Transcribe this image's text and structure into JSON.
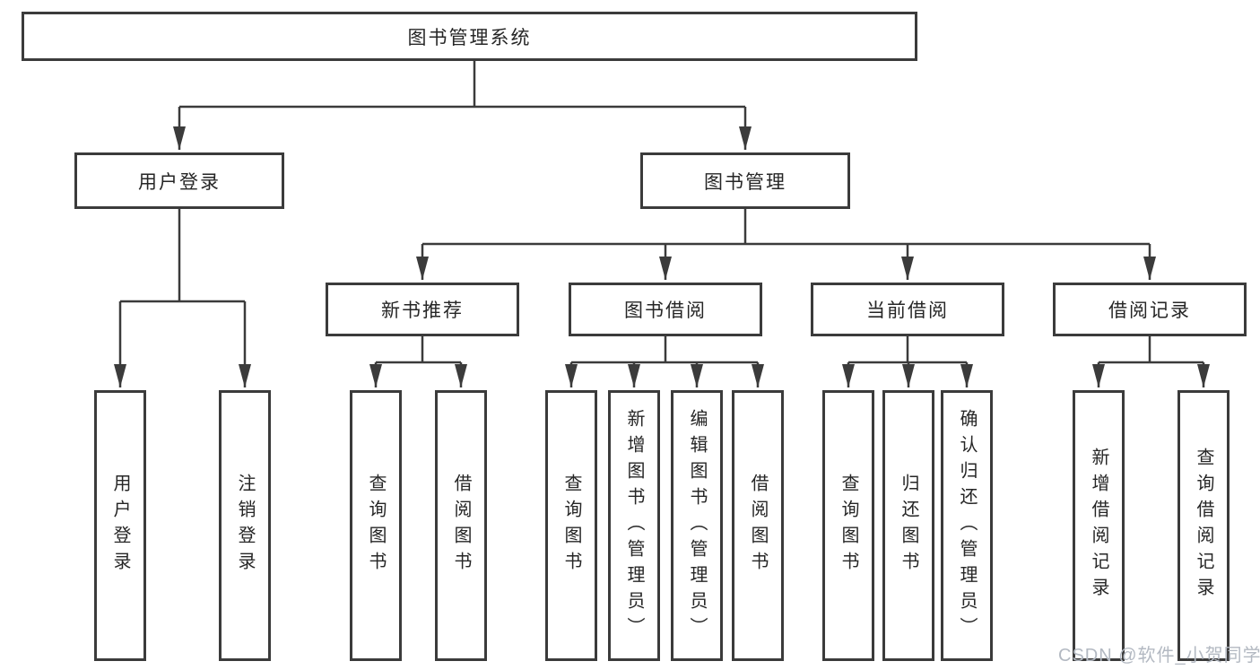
{
  "diagram_title": "图书管理系统",
  "nodes": {
    "root": {
      "label": "图书管理系统"
    },
    "user_login": {
      "label": "用户登录"
    },
    "book_management": {
      "label": "图书管理"
    },
    "leaf_user_login": {
      "label": "用户登录"
    },
    "leaf_logout": {
      "label": "注销登录"
    },
    "new_book_recommend": {
      "label": "新书推荐"
    },
    "book_borrowing": {
      "label": "图书借阅"
    },
    "current_borrowing": {
      "label": "当前借阅"
    },
    "borrowing_records": {
      "label": "借阅记录"
    },
    "nbr_query_books": {
      "label": "查询图书"
    },
    "nbr_borrow_books": {
      "label": "借阅图书"
    },
    "bb_query_books": {
      "label": "查询图书"
    },
    "bb_add_books": {
      "label": "新增图书（管理员）"
    },
    "bb_edit_books": {
      "label": "编辑图书（管理员）"
    },
    "bb_borrow_books": {
      "label": "借阅图书"
    },
    "cb_query_books": {
      "label": "查询图书"
    },
    "cb_return_books": {
      "label": "归还图书"
    },
    "cb_confirm_return": {
      "label": "确认归还（管理员）"
    },
    "br_add_record": {
      "label": "新增借阅记录"
    },
    "br_query_record": {
      "label": "查询借阅记录"
    }
  },
  "hierarchy": {
    "图书管理系统": {
      "用户登录": [
        "用户登录",
        "注销登录"
      ],
      "图书管理": {
        "新书推荐": [
          "查询图书",
          "借阅图书"
        ],
        "图书借阅": [
          "查询图书",
          "新增图书（管理员）",
          "编辑图书（管理员）",
          "借阅图书"
        ],
        "当前借阅": [
          "查询图书",
          "归还图书",
          "确认归还（管理员）"
        ],
        "借阅记录": [
          "新增借阅记录",
          "查询借阅记录"
        ]
      }
    }
  },
  "watermark": {
    "text": "CSDN @软件_小贺同学"
  },
  "colors": {
    "background": "#ffffff",
    "box_border": "#3b3b3b",
    "connector_line": "#3b3b3b",
    "text": "#262626",
    "watermark_text": "#b3b9c2"
  }
}
